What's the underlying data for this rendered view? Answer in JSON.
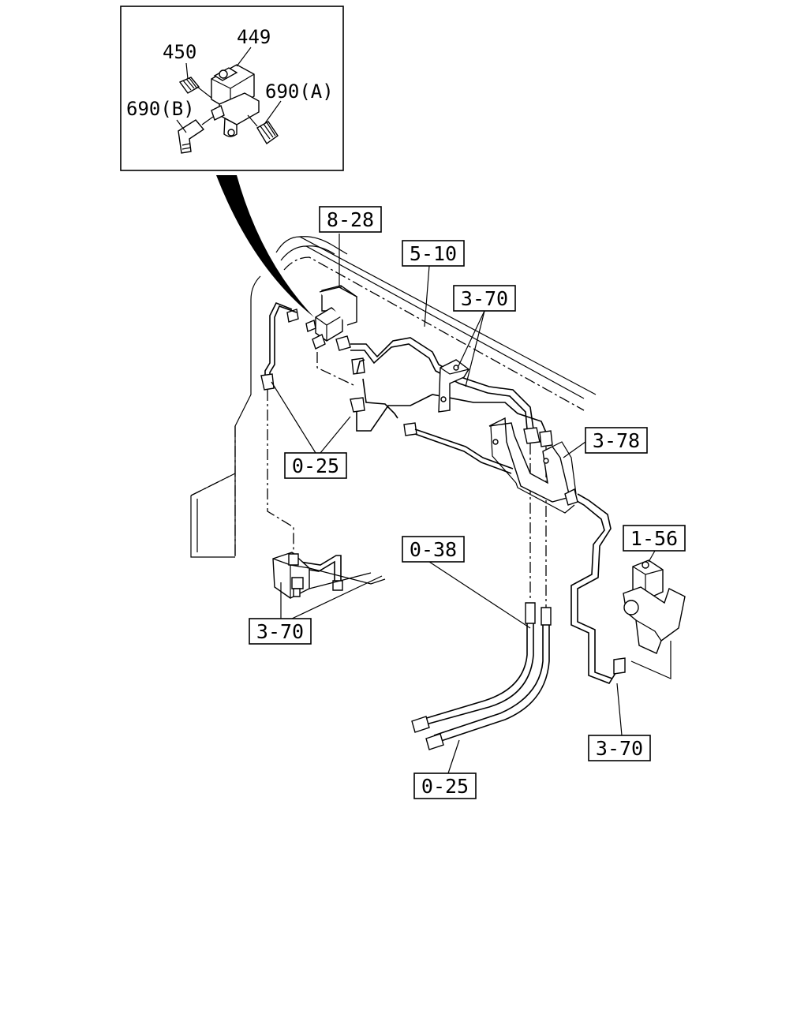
{
  "inset": {
    "labels": {
      "p449": "449",
      "p450": "450",
      "p690a": "690(A)",
      "p690b": "690(B)"
    }
  },
  "refs": {
    "r828": "8-28",
    "r510": "5-10",
    "r370_top": "3-70",
    "r378": "3-78",
    "r025_left": "0-25",
    "r156": "1-56",
    "r038": "0-38",
    "r370_left": "3-70",
    "r370_right": "3-70",
    "r025_bottom": "0-25"
  }
}
